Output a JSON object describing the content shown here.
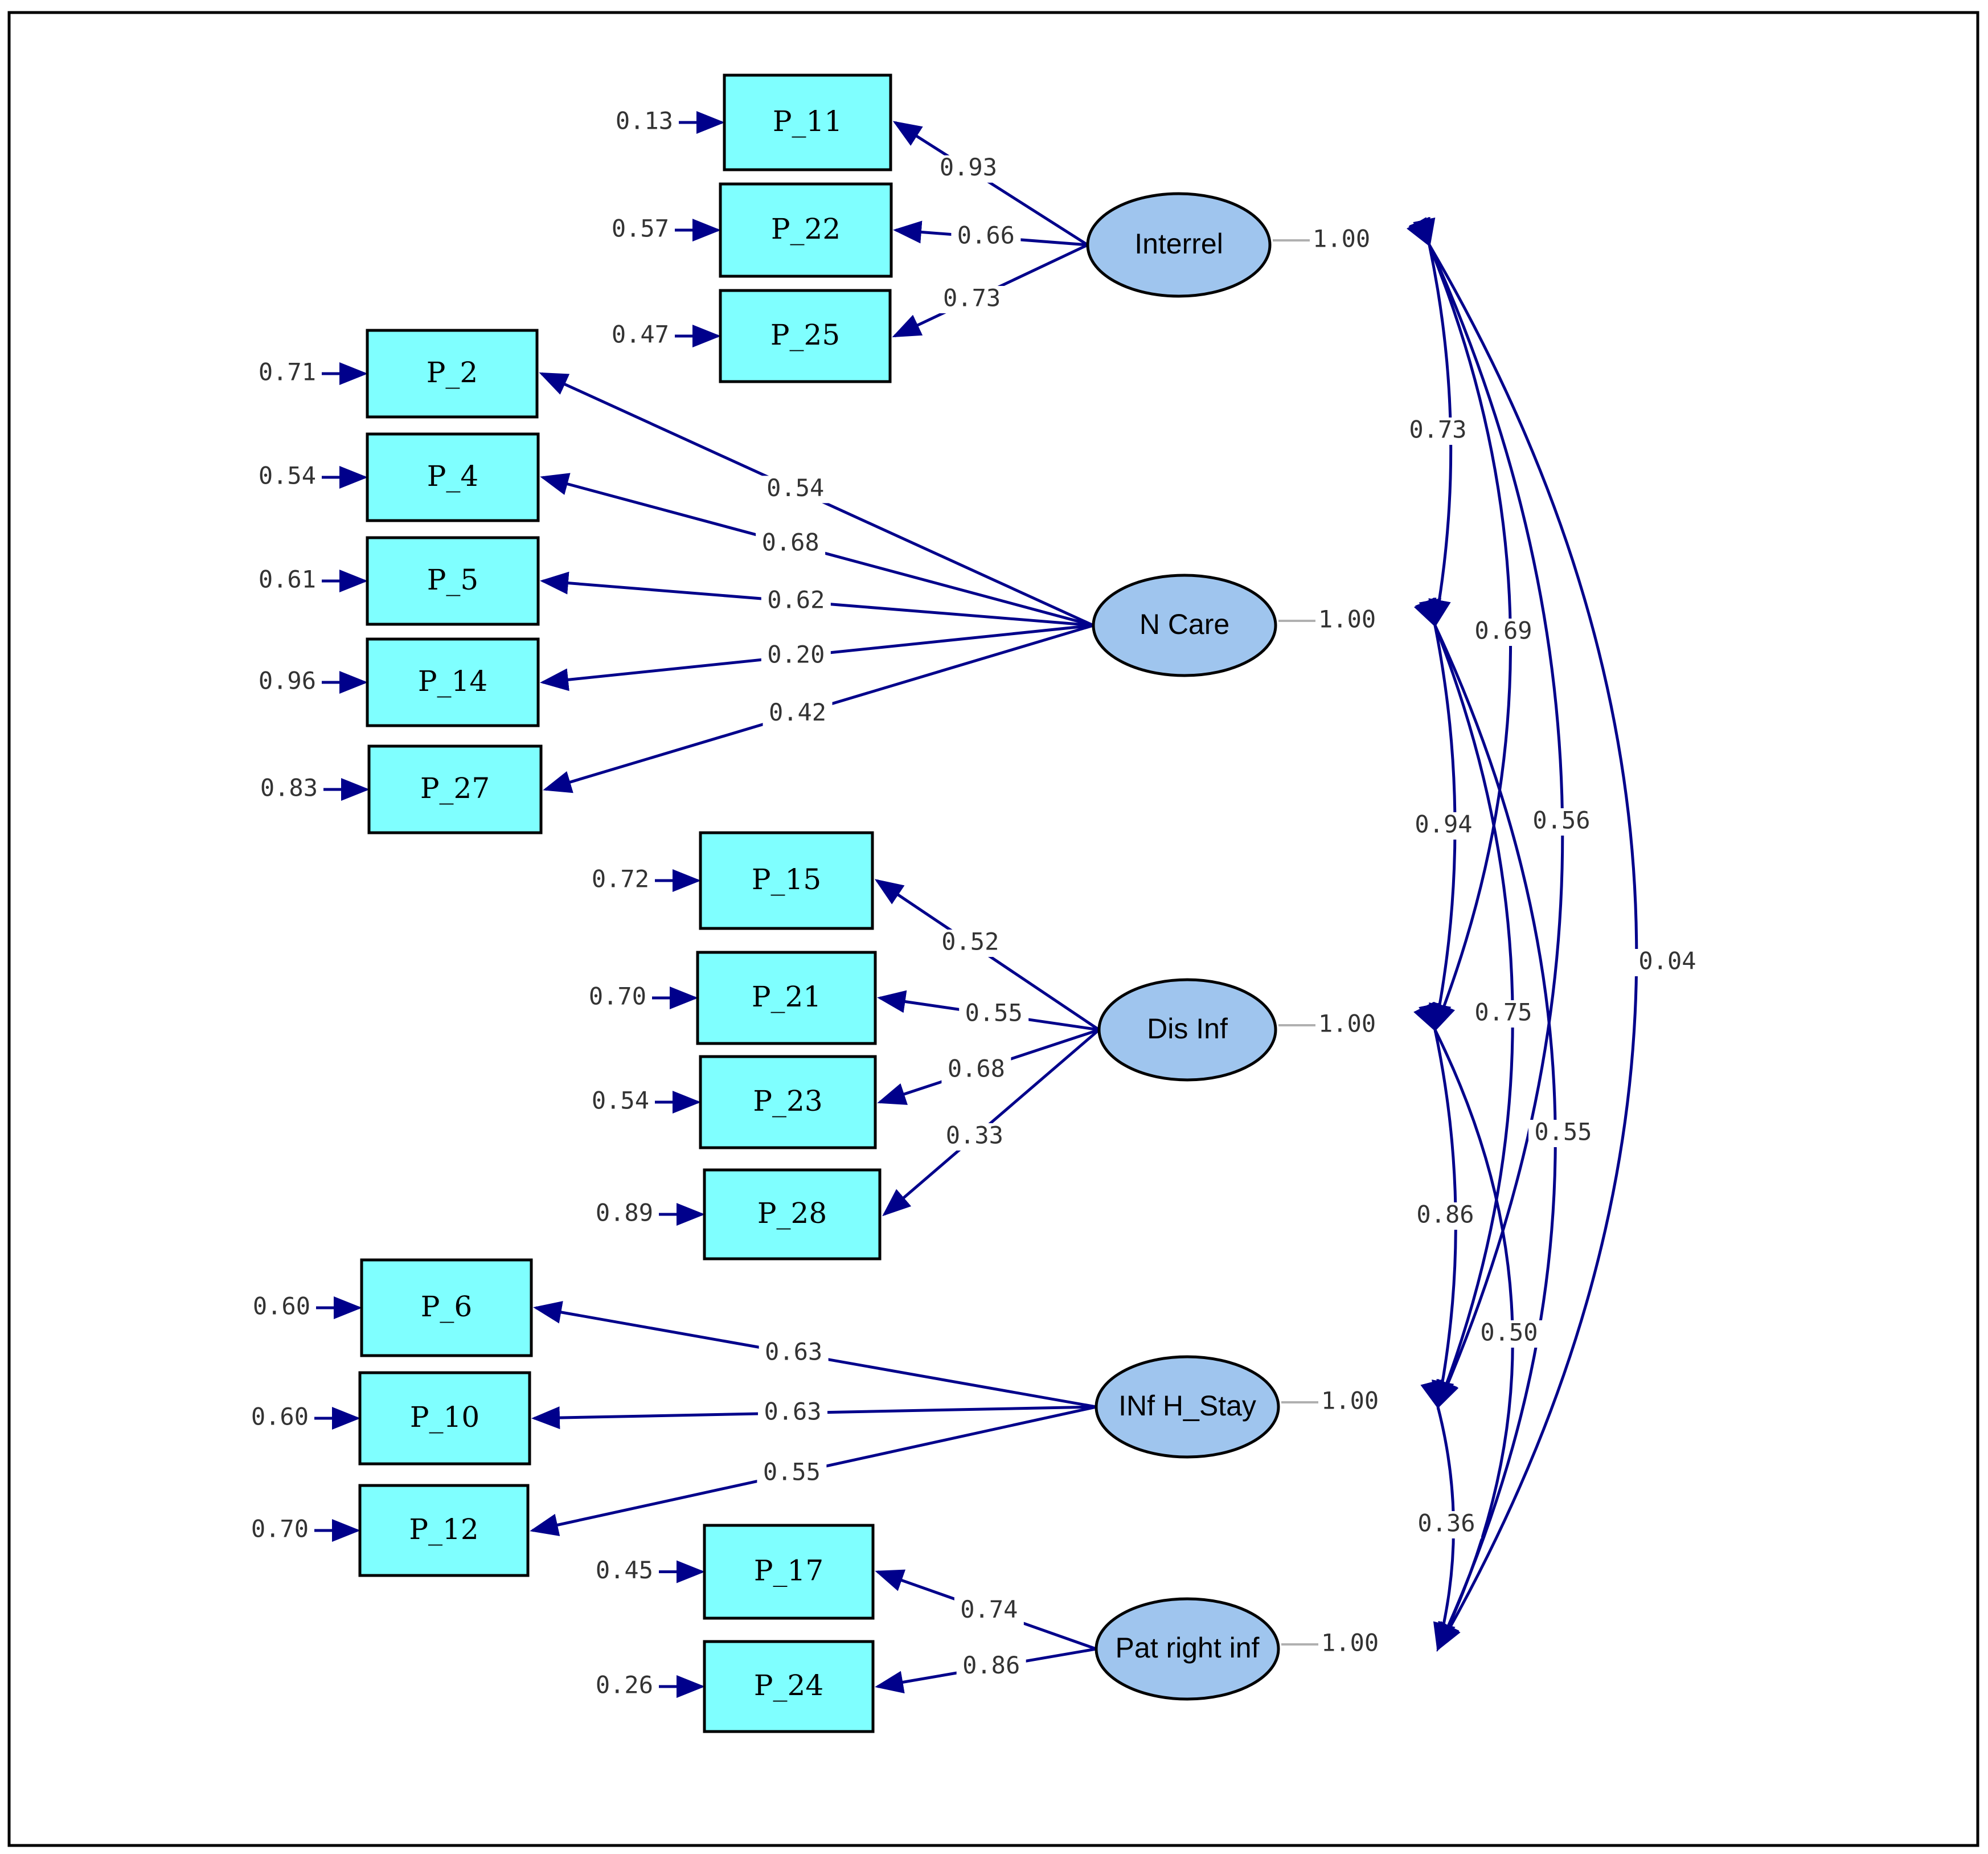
{
  "colors": {
    "observed_fill": "#7fffff",
    "latent_fill": "#9fc5ee",
    "path": "#00008b",
    "label": "#333333"
  },
  "latents": [
    {
      "id": "interrel",
      "label": "Interrel",
      "variance": "1.00"
    },
    {
      "id": "ncare",
      "label": "N Care",
      "variance": "1.00"
    },
    {
      "id": "disinf",
      "label": "Dis Inf",
      "variance": "1.00"
    },
    {
      "id": "infhstay",
      "label": "INf H_Stay",
      "variance": "1.00"
    },
    {
      "id": "patright",
      "label": "Pat right inf",
      "variance": "1.00"
    }
  ],
  "observed": [
    {
      "id": "P_11",
      "label": "P_11",
      "error": "0.13",
      "loading": "0.93",
      "factor": "interrel"
    },
    {
      "id": "P_22",
      "label": "P_22",
      "error": "0.57",
      "loading": "0.66",
      "factor": "interrel"
    },
    {
      "id": "P_25",
      "label": "P_25",
      "error": "0.47",
      "loading": "0.73",
      "factor": "interrel"
    },
    {
      "id": "P_2",
      "label": "P_2",
      "error": "0.71",
      "loading": "0.54",
      "factor": "ncare"
    },
    {
      "id": "P_4",
      "label": "P_4",
      "error": "0.54",
      "loading": "0.68",
      "factor": "ncare"
    },
    {
      "id": "P_5",
      "label": "P_5",
      "error": "0.61",
      "loading": "0.62",
      "factor": "ncare"
    },
    {
      "id": "P_14",
      "label": "P_14",
      "error": "0.96",
      "loading": "0.20",
      "factor": "ncare"
    },
    {
      "id": "P_27",
      "label": "P_27",
      "error": "0.83",
      "loading": "0.42",
      "factor": "ncare"
    },
    {
      "id": "P_15",
      "label": "P_15",
      "error": "0.72",
      "loading": "0.52",
      "factor": "disinf"
    },
    {
      "id": "P_21",
      "label": "P_21",
      "error": "0.70",
      "loading": "0.55",
      "factor": "disinf"
    },
    {
      "id": "P_23",
      "label": "P_23",
      "error": "0.54",
      "loading": "0.68",
      "factor": "disinf"
    },
    {
      "id": "P_28",
      "label": "P_28",
      "error": "0.89",
      "loading": "0.33",
      "factor": "disinf"
    },
    {
      "id": "P_6",
      "label": "P_6",
      "error": "0.60",
      "loading": "0.63",
      "factor": "infhstay"
    },
    {
      "id": "P_10",
      "label": "P_10",
      "error": "0.60",
      "loading": "0.63",
      "factor": "infhstay"
    },
    {
      "id": "P_12",
      "label": "P_12",
      "error": "0.70",
      "loading": "0.55",
      "factor": "infhstay"
    },
    {
      "id": "P_17",
      "label": "P_17",
      "error": "0.45",
      "loading": "0.74",
      "factor": "patright"
    },
    {
      "id": "P_24",
      "label": "P_24",
      "error": "0.26",
      "loading": "0.86",
      "factor": "patright"
    }
  ],
  "correlations": [
    {
      "from": "interrel",
      "to": "ncare",
      "value": "0.73"
    },
    {
      "from": "interrel",
      "to": "disinf",
      "value": "0.69"
    },
    {
      "from": "interrel",
      "to": "infhstay",
      "value": "0.56"
    },
    {
      "from": "interrel",
      "to": "patright",
      "value": "0.04"
    },
    {
      "from": "ncare",
      "to": "disinf",
      "value": "0.94"
    },
    {
      "from": "ncare",
      "to": "infhstay",
      "value": "0.75"
    },
    {
      "from": "ncare",
      "to": "patright",
      "value": "0.55"
    },
    {
      "from": "disinf",
      "to": "infhstay",
      "value": "0.86"
    },
    {
      "from": "disinf",
      "to": "patright",
      "value": "0.50"
    },
    {
      "from": "infhstay",
      "to": "patright",
      "value": "0.36"
    }
  ]
}
